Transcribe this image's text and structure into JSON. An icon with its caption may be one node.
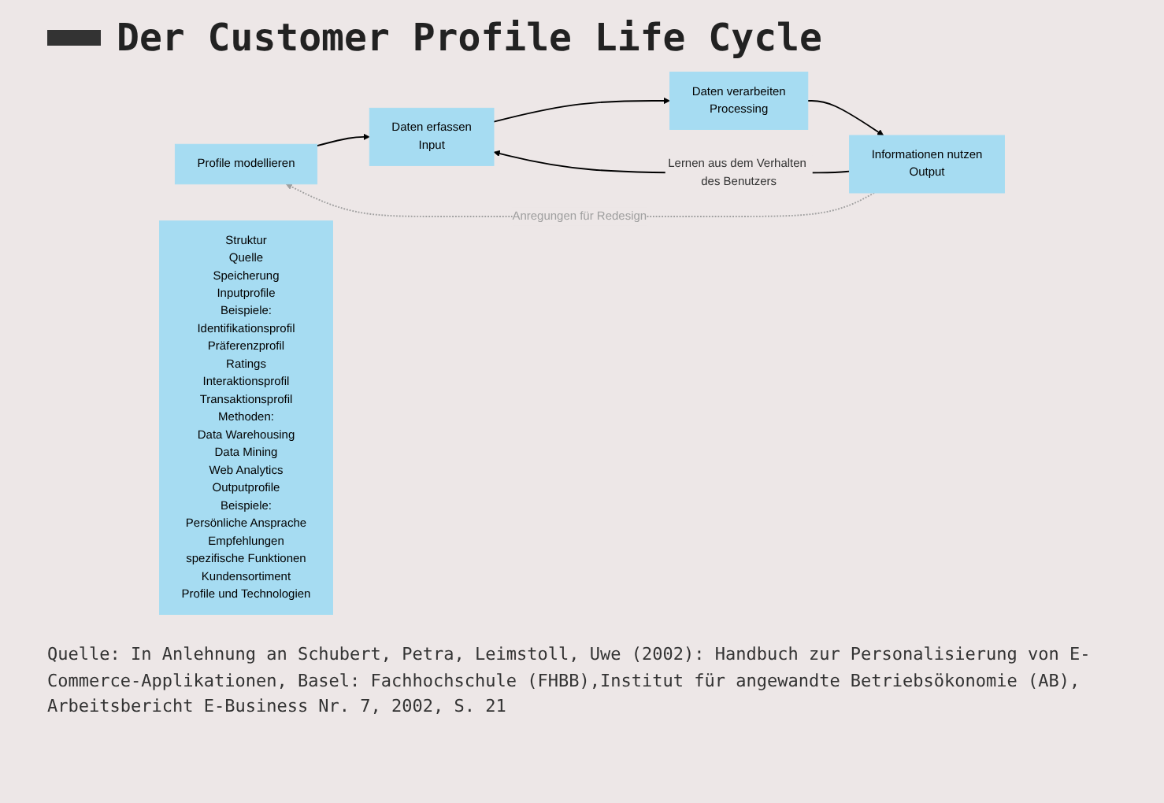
{
  "diagram": {
    "title": "Der Customer Profile Life Cycle",
    "nodes": [
      {
        "text": [
          "Profile modellieren"
        ]
      },
      {
        "text": [
          "Daten erfassen",
          "Input"
        ]
      },
      {
        "text": [
          "Daten verarbeiten",
          "Processing"
        ]
      },
      {
        "text": [
          "Informationen nutzen",
          "Output"
        ]
      },
      {
        "text": [
          "Struktur",
          "Quelle",
          "Speicherung",
          "Inputprofile",
          "Beispiele:",
          "Identifikationsprofil",
          "Präferenzprofil",
          "Ratings",
          "Interaktionsprofil",
          "Transaktionsprofil",
          "Methoden:",
          "Data Warehousing",
          "Data Mining",
          "Web Analytics",
          "Outputprofile",
          "Beispiele:",
          "Persönliche Ansprache",
          "Empfehlungen",
          "spezifische Funktionen",
          "Kundensortiment",
          "Profile und Technologien"
        ]
      }
    ],
    "edges": [
      {
        "from": 0,
        "to": 1,
        "arrow": "to"
      },
      {
        "from": 1,
        "to": 2,
        "arrow": "to"
      },
      {
        "from": 2,
        "to": 3,
        "arrow": "to"
      },
      {
        "from": 3,
        "to": 1,
        "arrow": "to",
        "label": "Lernen aus dem Verhalten des Benutzers"
      },
      {
        "from": 3,
        "to": 0,
        "arrow": "to",
        "label": "Anregungen für Redesign",
        "style": "dashed",
        "color": "#a0a0a0"
      }
    ],
    "caption": "Quelle: In Anlehnung an Schubert, Petra, Leimstoll, Uwe (2002): Handbuch zur Personalisierung von E-Commerce-Applikationen, Basel: Fachhochschule (FHBB),Institut für angewandte Betriebsökonomie (AB), Arbeitsbericht E-Business Nr. 7, 2002, S. 21"
  }
}
